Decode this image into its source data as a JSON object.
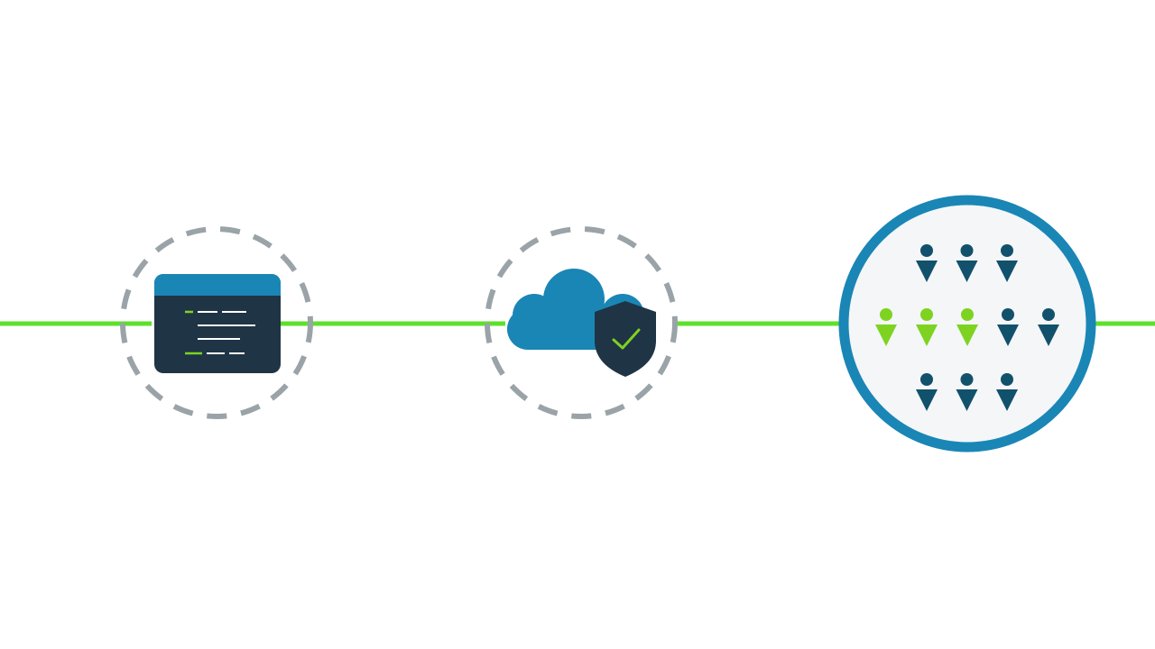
{
  "colors": {
    "background": "#ffffff",
    "connector": "#5ee02b",
    "navy": "#1f3445",
    "blue": "#1a86b5",
    "teal": "#12516b",
    "green": "#7ed321",
    "dashed_ring": "#9aa3a8",
    "panel": "#f4f6f8"
  },
  "nodes": [
    {
      "name": "code-window",
      "icon": "code-window-icon"
    },
    {
      "name": "secure-cloud",
      "icon": "cloud-shield-icon"
    },
    {
      "name": "user-group",
      "icon": "people-group-icon"
    }
  ],
  "people_grid": {
    "top_row": {
      "count": 3,
      "highlighted": 0
    },
    "middle_row": {
      "count": 5,
      "highlighted": 3
    },
    "bottom_row": {
      "count": 3,
      "highlighted": 0
    }
  }
}
